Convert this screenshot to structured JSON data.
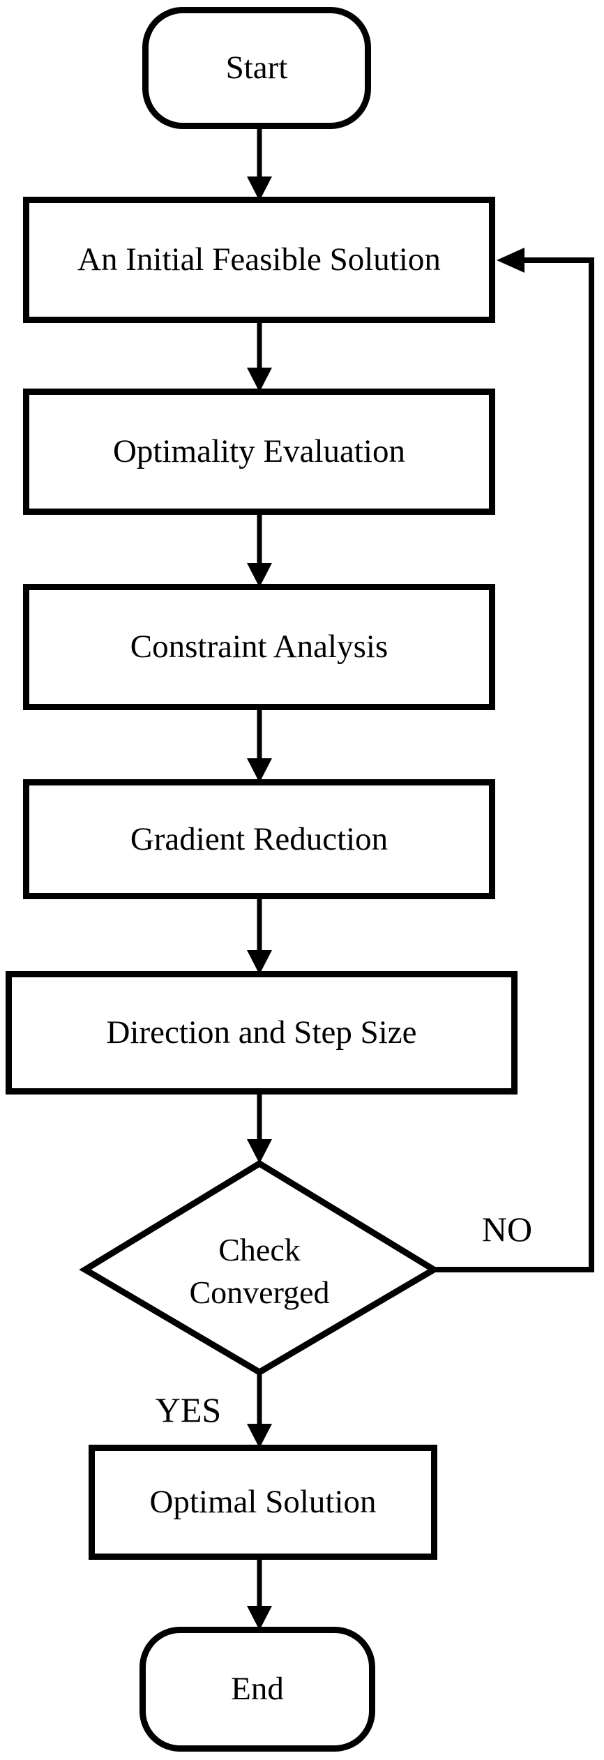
{
  "colors": {
    "line": "#000000",
    "background": "#ffffff"
  },
  "flowchart": {
    "nodes": {
      "start": {
        "type": "terminator",
        "label": "Start"
      },
      "initial": {
        "type": "process",
        "label": "An Initial Feasible Solution"
      },
      "optimality": {
        "type": "process",
        "label": "Optimality Evaluation"
      },
      "constraint": {
        "type": "process",
        "label": "Constraint Analysis"
      },
      "gradient": {
        "type": "process",
        "label": "Gradient Reduction"
      },
      "direction": {
        "type": "process",
        "label": "Direction and Step Size"
      },
      "decision": {
        "type": "decision",
        "label": "Check Converged",
        "line1": "Check",
        "line2": "Converged"
      },
      "optimal": {
        "type": "process",
        "label": "Optimal Solution"
      },
      "end": {
        "type": "terminator",
        "label": "End"
      }
    },
    "branch_labels": {
      "no": "NO",
      "yes": "YES"
    },
    "edges": [
      {
        "from": "Start",
        "to": "An Initial Feasible Solution"
      },
      {
        "from": "An Initial Feasible Solution",
        "to": "Optimality Evaluation"
      },
      {
        "from": "Optimality Evaluation",
        "to": "Constraint Analysis"
      },
      {
        "from": "Constraint Analysis",
        "to": "Gradient Reduction"
      },
      {
        "from": "Gradient Reduction",
        "to": "Direction and Step Size"
      },
      {
        "from": "Direction and Step Size",
        "to": "Check Converged"
      },
      {
        "from": "Check Converged",
        "to": "Optimal Solution",
        "label": "YES"
      },
      {
        "from": "Check Converged",
        "to": "An Initial Feasible Solution",
        "label": "NO"
      },
      {
        "from": "Optimal Solution",
        "to": "End"
      }
    ]
  }
}
